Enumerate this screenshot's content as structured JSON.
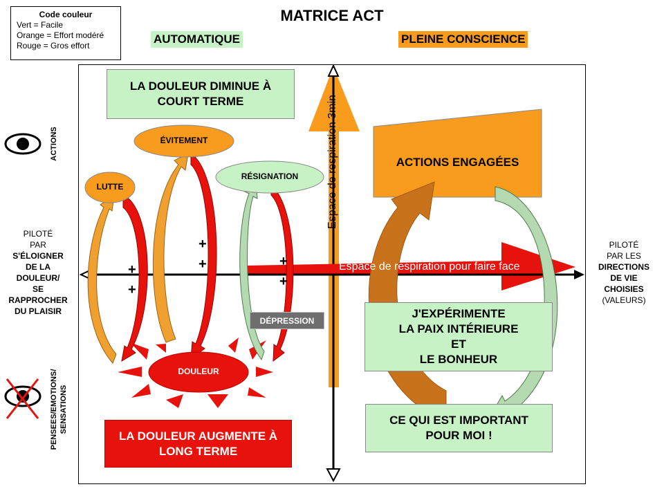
{
  "title": "MATRICE ACT",
  "legend": {
    "title": "Code couleur",
    "lines": [
      "Vert = Facile",
      "Orange = Effort modéré",
      "Rouge = Gros effort"
    ]
  },
  "quadrant_labels": {
    "left": "AUTOMATIQUE",
    "right": "PLEINE CONSCIENCE"
  },
  "colors": {
    "green": "#c6f2c6",
    "orange": "#f99b1c",
    "red": "#e8120c",
    "grey": "#6e6e6e"
  },
  "side_labels": {
    "left": {
      "line1": "PILOTÉ",
      "line2": "PAR",
      "line3": "S'ÉLOIGNER",
      "line4": "DE LA",
      "line5": "DOULEUR/",
      "line6": "SE",
      "line7": "RAPPROCHER",
      "line8": "DU PLAISIR"
    },
    "right": {
      "line1": "PILOTÉ",
      "line2": "PAR LES",
      "line3": "DIRECTIONS",
      "line4": "DE VIE",
      "line5": "CHOISIES",
      "line6": "(VALEURS)"
    },
    "actions": "ACTIONS",
    "pensees": {
      "line1": "PENSEES/EMOTIONS/",
      "line2": "SENSATIONS"
    },
    "eye_icon": "eye-icon",
    "crossed_eye_icon": "crossed-eye-icon"
  },
  "boxes": {
    "short_term": {
      "line1": "LA DOULEUR DIMINUE À",
      "line2": "COURT TERME"
    },
    "long_term": {
      "line1": "LA DOULEUR AUGMENTE À",
      "line2": "LONG TERME"
    },
    "paix": {
      "line1": "J'EXPÉRIMENTE",
      "line2": "LA PAIX INTÉRIEURE",
      "line3": "ET",
      "line4": "LE BONHEUR"
    },
    "important": {
      "line1": "CE QUI EST IMPORTANT",
      "line2": "POUR MOI !"
    },
    "actions_engagees": "ACTIONS ENGAGÉES",
    "depression": "DÉPRESSION"
  },
  "ellipses": {
    "lutte": "LUTTE",
    "evitement": "ÉVITEMENT",
    "resignation": "RÉSIGNATION",
    "douleur": "DOULEUR"
  },
  "arrows": {
    "vertical": "Espace de respiration 3min",
    "horizontal": "Espace de respiration pour faire face"
  },
  "plus_sign": "+"
}
